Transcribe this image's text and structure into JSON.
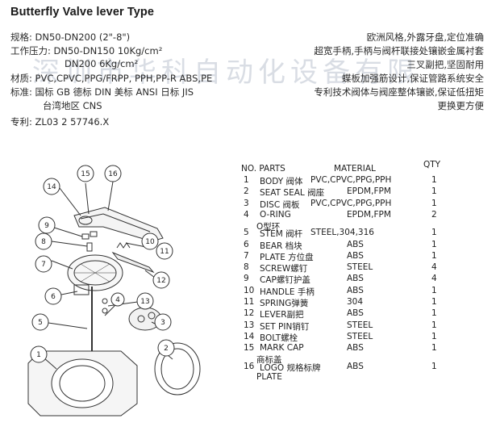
{
  "title": "Butterfly Valve lever Type",
  "watermark": "深圳市华科自动化设备有限",
  "specs": [
    {
      "label": "规格:",
      "value": "DN50-DN200 (2\"-8\")"
    },
    {
      "label": "工作压力:",
      "value": "DN50-DN150    10Kg/cm²"
    },
    {
      "label": "",
      "value": "DN200    6Kg/cm²"
    },
    {
      "label": "材质:",
      "value": "PVC,CPVC,PPG/FRPP, PPH,PP-R ABS,PE"
    },
    {
      "label": "标准:",
      "value": "国标 GB  德标 DIN 美标 ANSI  日标 JIS"
    },
    {
      "label": "",
      "value": "台湾地区 CNS"
    },
    {
      "label": "专利:",
      "value": "ZL03 2 57746.X"
    }
  ],
  "features": [
    "欧洲风格,外露牙盘,定位准确",
    "超宽手柄,手柄与阀杆联接处镶嵌金属衬套",
    "三叉副把,坚固耐用",
    "蝶板加强筋设计,保证管路系统安全",
    "专利技术阀体与阀座整体镶嵌,保证低扭矩",
    "更换更方便"
  ],
  "table": {
    "header": {
      "no_parts": "NO. PARTS",
      "material": "MATERIAL",
      "qty": "QTY"
    },
    "rows": [
      {
        "no": "1",
        "name": "BODY 阀体",
        "material": "PVC,CPVC,PPG,PPH",
        "qty": "1",
        "sub": ""
      },
      {
        "no": "2",
        "name": "SEAT SEAL 阀座",
        "material": "EPDM,FPM",
        "qty": "1",
        "sub": ""
      },
      {
        "no": "3",
        "name": "DISC 阀板",
        "material": "PVC,CPVC,PPG,PPH",
        "qty": "1",
        "sub": ""
      },
      {
        "no": "4",
        "name": "O-RING",
        "material": "EPDM,FPM",
        "qty": "2",
        "sub": "O型环"
      },
      {
        "no": "5",
        "name": "STEM 阀杆",
        "material": "STEEL,304,316",
        "qty": "1",
        "sub": ""
      },
      {
        "no": "6",
        "name": "BEAR 档块",
        "material": "ABS",
        "qty": "1",
        "sub": ""
      },
      {
        "no": "7",
        "name": "PLATE 方位盘",
        "material": "ABS",
        "qty": "1",
        "sub": ""
      },
      {
        "no": "8",
        "name": "SCREW螺钉",
        "material": "STEEL",
        "qty": "4",
        "sub": ""
      },
      {
        "no": "9",
        "name": "CAP螺钉护盖",
        "material": "ABS",
        "qty": "4",
        "sub": ""
      },
      {
        "no": "10",
        "name": "HANDLE 手柄",
        "material": "ABS",
        "qty": "1",
        "sub": ""
      },
      {
        "no": "11",
        "name": "SPRING弹簧",
        "material": "304",
        "qty": "1",
        "sub": ""
      },
      {
        "no": "12",
        "name": "LEVER副把",
        "material": "ABS",
        "qty": "1",
        "sub": ""
      },
      {
        "no": "13",
        "name": "SET PIN销钉",
        "material": "STEEL",
        "qty": "1",
        "sub": ""
      },
      {
        "no": "14",
        "name": "BOLT螺栓",
        "material": "STEEL",
        "qty": "1",
        "sub": ""
      },
      {
        "no": "15",
        "name": "MARK CAP",
        "material": "ABS",
        "qty": "1",
        "sub": "商标盖"
      },
      {
        "no": "16",
        "name": "LOGO 规格标牌",
        "material": "ABS",
        "qty": "1",
        "sub": "PLATE"
      }
    ]
  },
  "callouts": [
    "15",
    "16",
    "14",
    "9",
    "8",
    "7",
    "10",
    "11",
    "12",
    "6",
    "13",
    "4",
    "5",
    "3",
    "2",
    "1"
  ]
}
